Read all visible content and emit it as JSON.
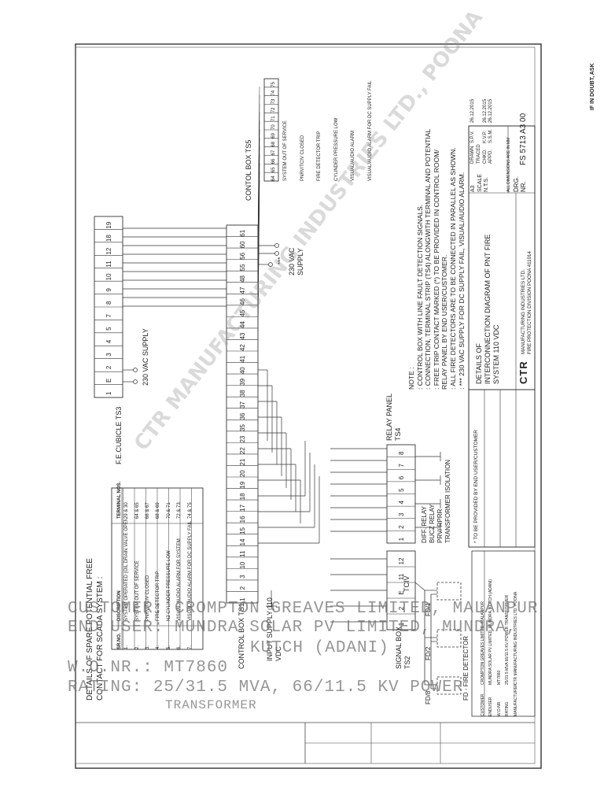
{
  "header_note": "IF IN DOUBT, ASK",
  "spare_table": {
    "title_line1": "DETAILS OF SPARE POTENTIAL FREE",
    "title_line2": "CONTACT FOR SCADA SYSTEM :",
    "headers": [
      "SR.NO.",
      "DISCRIPTION",
      "TERMINAL NOS."
    ],
    "rows": [
      {
        "no": "1.",
        "desc": "SYSTEM OPERATED (OIL DRAIN VALVE OPEN AND EXTINCTION IN PROGRESS)",
        "term": "29 & 30"
      },
      {
        "no": "2.",
        "desc": "SYSTEM OUT OF SERVICE",
        "term": "64 & 65"
      },
      {
        "no": "3.",
        "desc": "PNRV/TCIV CLOSED",
        "term": "66 & 67"
      },
      {
        "no": "4.",
        "desc": "FIRE DETECTOR TRIP",
        "term": "68 & 69"
      },
      {
        "no": "5.",
        "desc": "N2 CYLINDER PRESSURE LOW",
        "term": "70 & 71"
      },
      {
        "no": "6.",
        "desc": "VISUAL/AUDIO ALARM FOR SYSTEM",
        "term": "72 & 73"
      },
      {
        "no": "7.",
        "desc": "VISUAL/AUDIO ALARM FOR DC SUPPLY FAIL",
        "term": "74 & 75"
      }
    ]
  },
  "fe_cubicle": {
    "label": "F.E.CUBICLE TS3",
    "terminals": [
      "1",
      "E",
      "2",
      "3",
      "4",
      "5",
      "7",
      "8",
      "9",
      "10",
      "11",
      "12",
      "18",
      "19"
    ],
    "supply": "230 VAC SUPPLY"
  },
  "control_box_ts1": {
    "label": "CONTROL BOX TS1",
    "terminals": [
      "1",
      "2",
      "3",
      "10",
      "11",
      "14",
      "15",
      "16",
      "17",
      "18",
      "19",
      "20",
      "21",
      "22",
      "23",
      "35",
      "36",
      "37",
      "38",
      "39",
      "40",
      "41",
      "42",
      "43",
      "44",
      "45",
      "46",
      "47",
      "48",
      "55",
      "56",
      "60",
      "61"
    ],
    "input": "INPUT SUPPLY 110 VDC",
    "supply2": "230 VAC SUPPLY",
    "marker": "***"
  },
  "control_box_ts5": {
    "label": "CONTOL BOX TS5",
    "rows": [
      {
        "term": "64",
        "desc": "SYSTEM OUT OF SERVICE"
      },
      {
        "term": "65",
        "desc": ""
      },
      {
        "term": "66",
        "desc": "PNRV/TCIV CLOSED"
      },
      {
        "term": "67",
        "desc": ""
      },
      {
        "term": "68",
        "desc": "FIRE DETECTOR TRIP"
      },
      {
        "term": "69",
        "desc": ""
      },
      {
        "term": "70",
        "desc": "CYLINDER PRESSURE LOW"
      },
      {
        "term": "71",
        "desc": ""
      },
      {
        "term": "72",
        "desc": "VISUAL/AUDIO ALARM"
      },
      {
        "term": "73",
        "desc": ""
      },
      {
        "term": "74",
        "desc": "VISUAL/AUDIO ALARM FOR DC SUPPLY FAIL"
      },
      {
        "term": "75",
        "desc": ""
      }
    ]
  },
  "signal_box": {
    "label": "SIGNAL BOX TS2",
    "terminals": [
      "1",
      "2",
      "E",
      "11",
      "12"
    ],
    "tciv": "TCIV"
  },
  "relay_panel": {
    "label": "RELAY PANEL TS4",
    "terminals": [
      "1",
      "2",
      "3",
      "4",
      "5",
      "6",
      "7",
      "8"
    ],
    "captions": [
      "DIFF. RELAY",
      "BUCZ RELAY",
      "PRV/ RPRR",
      "TRANSFORMER ISOLATION"
    ]
  },
  "detectors": {
    "labels": [
      "FD/1",
      "FD/2",
      "FD/8"
    ],
    "caption": "FD - FIRE DETECTOR"
  },
  "notes": {
    "title": "NOTE :",
    "items": [
      ": CONTROL BOX WITH LINE FAULT DETECTION SIGNALS.",
      ": CONNECTION, TERMINAL STRIP (TS4) ALONGWITH TERMINAL AND POTENTIAL",
      ": FREE TRIP CONTACT MARKED (*) TO BE PROVIDED IN CONTROL ROOM/",
      "  RELAY PANEL BY END USER/CUSTOMER.",
      ": ALL FIRE DETECTORS ARE TO BE CONNECTED IN PARALLEL AS SHOWN.",
      ": *** 230 VAC SUPPLY FOR DC SUPPLY FAIL, VISUAL/AUDIO ALARM."
    ]
  },
  "provided_note": "* TO BE PROVIDED BY END USER/CUSTOMER",
  "info_table": [
    {
      "k": "CUSTOMER",
      "v": "CROMPTON GREAVES LIMITED, MALANPUR"
    },
    {
      "k": "ENDUSER",
      "v": "MUNDRA SOLAR PV LIMITED, MUNDRA, KUTCH (ADANI)"
    },
    {
      "k": "W.O.NR.",
      "v": "MT7860"
    },
    {
      "k": "RATING",
      "v": "25/31.5 MVA 66/11.5 KV POWER TRANSFORMER"
    },
    {
      "k": "MANUFACTURER",
      "v": "CTR MANUFACTURING INDUSTRIES LTD. POONA"
    }
  ],
  "title_block": {
    "details_line1": "DETAILS OF",
    "details_line2": "INTERCONNECTION DIAGRAM OF PNT FIRE",
    "details_line3": "SYSTEM 110 VDC",
    "company_logo": "CTR",
    "company_line1": "MANUFACTURING INDUSTRIES LTD.",
    "company_line2": "FIRE PROTECTION DIVISION POONA 411014",
    "sheet_size": "A3",
    "scale_label": "SCALE",
    "scale_value": "N.T.S.",
    "rows": [
      {
        "role": "DRAWN",
        "by": "S.P.V.",
        "date": "26.12.2015"
      },
      {
        "role": "TRACED",
        "by": "",
        "date": ""
      },
      {
        "role": "CHKD.",
        "by": "K.V.P.",
        "date": "26.12.2015"
      },
      {
        "role": "APPD.",
        "by": "S.S.M.",
        "date": "26.12.2015"
      }
    ],
    "dims_note": "ALL DIMENSIONS ARE IN MM",
    "drg_label": "DRG. NR.",
    "drg_number": "FS 5713 A3 00"
  },
  "watermark": {
    "line1": "CUSTOMER: CROMPTON GREAVES LIMITED, MALANPUR",
    "line2": "END USER: MUNDRA SOLAR PV LIMITED, MUNDRA,",
    "line3": "KUTCH (ADANI)",
    "line4": "W.O.NR.: MT7860",
    "line5": "RATING: 25/31.5 MVA, 66/11.5 KV POWER",
    "line6": "TRANSFORMER",
    "stamp": "CTR MANUFACTURING INDUSTRIES LTD., POONA"
  },
  "colors": {
    "ink": "#2a2a2a",
    "paper": "#ffffff",
    "watermark": "#8a8a8a"
  }
}
